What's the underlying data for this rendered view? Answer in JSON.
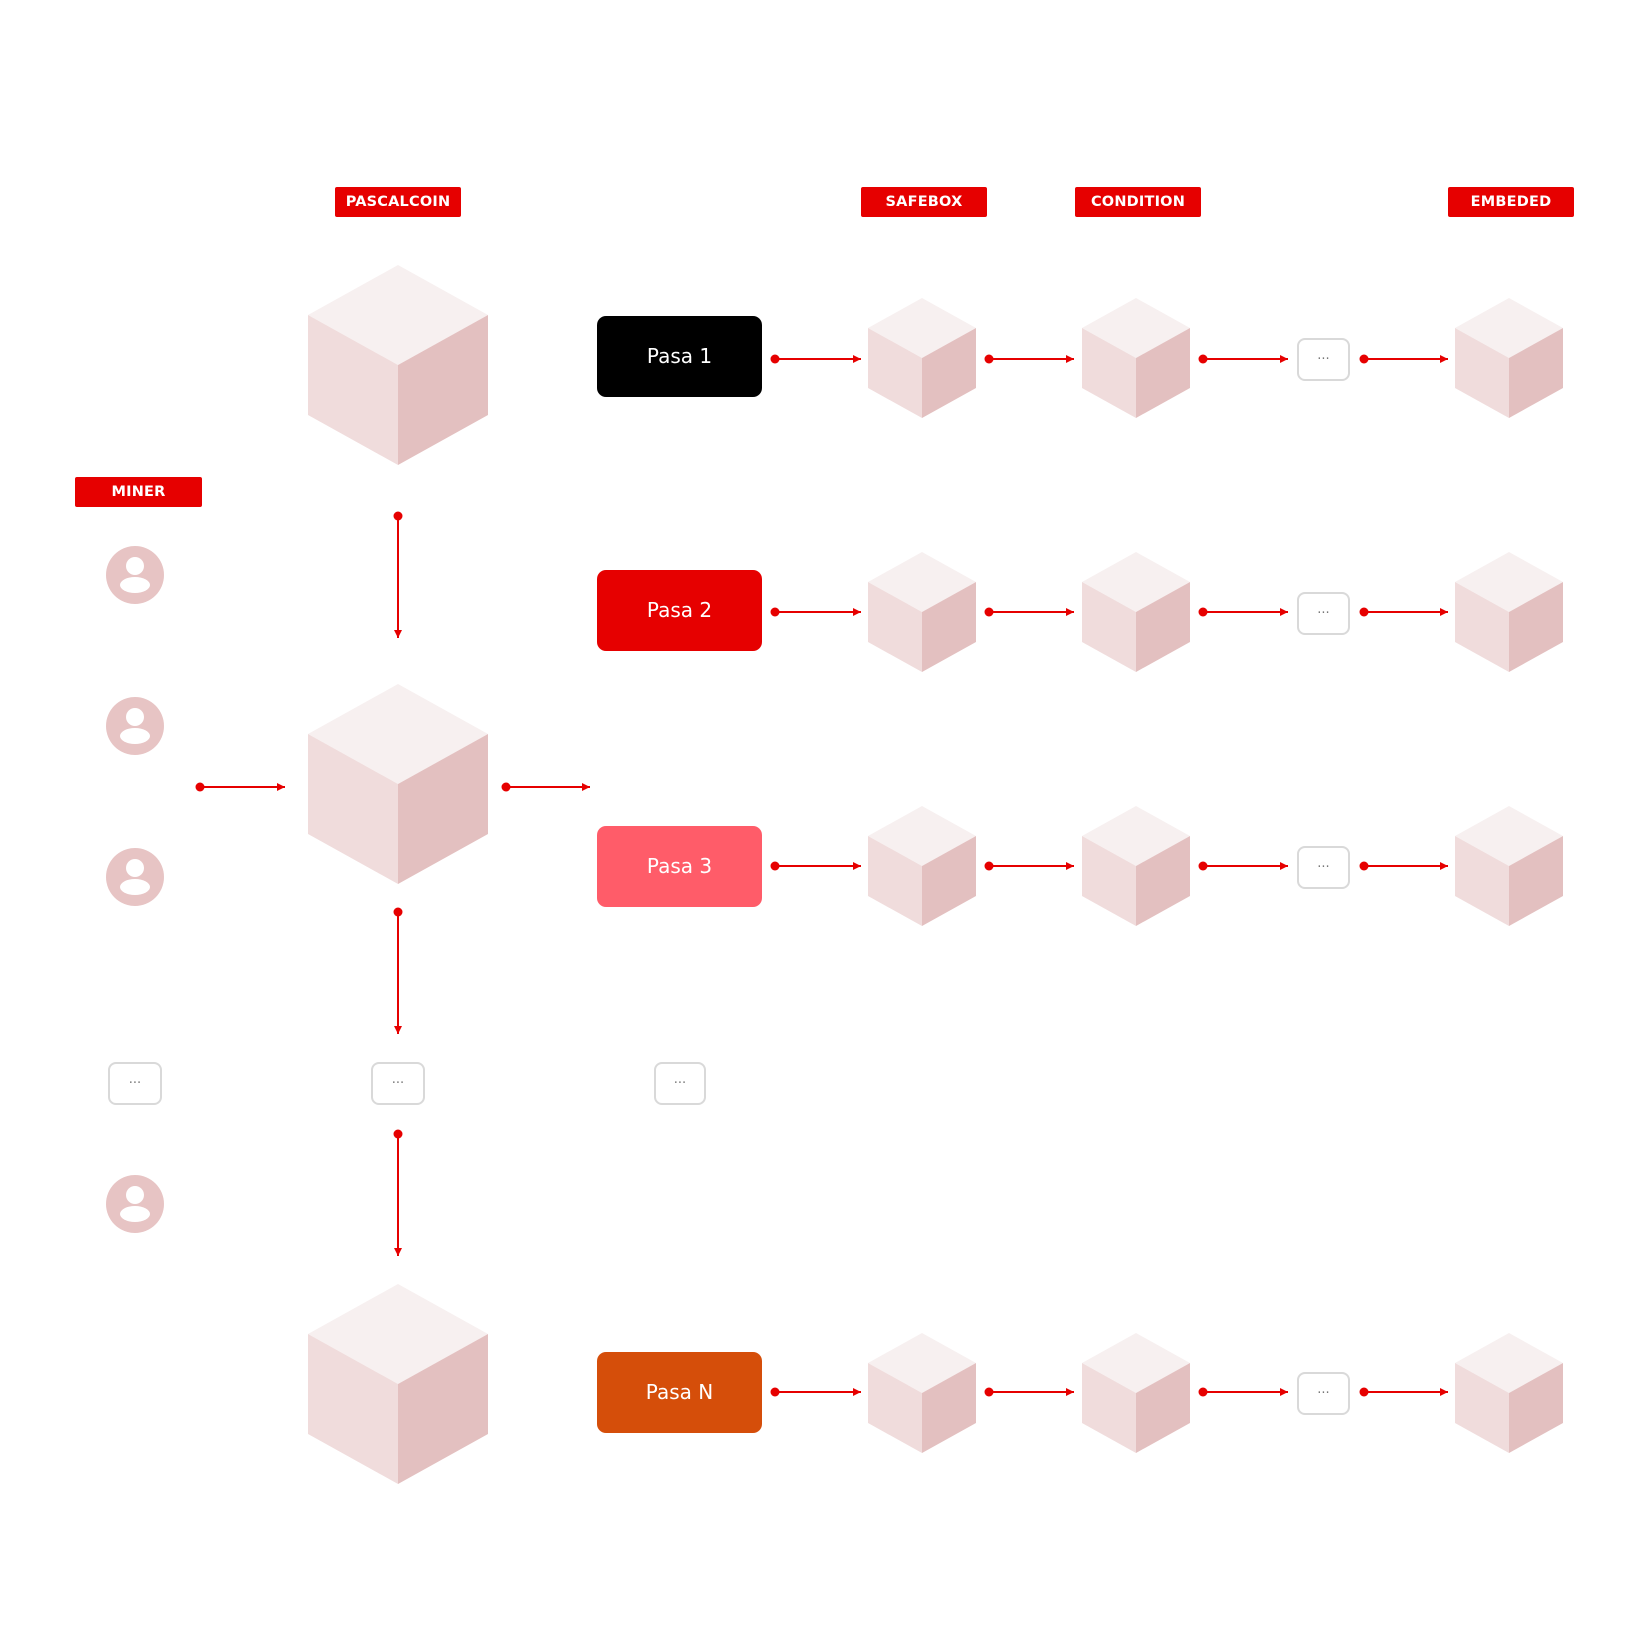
{
  "headers": {
    "pascalcoin": "PASCALCOIN",
    "safebox": "SAFEBOX",
    "condition": "CONDITION",
    "embeded": "EMBEDED",
    "miner": "MINER"
  },
  "pasa": [
    {
      "label": "Pasa 1",
      "color": "#000000"
    },
    {
      "label": "Pasa 2",
      "color": "#e60000"
    },
    {
      "label": "Pasa 3",
      "color": "#ff5c69"
    },
    {
      "label": "Pasa N",
      "color": "#d54e0a"
    }
  ],
  "ellipsis": "...",
  "colors": {
    "accent": "#e60000",
    "cube_top": "#f7f0f0",
    "cube_left": "#f0dcdc",
    "cube_right": "#e3c0c0",
    "avatar": "#e7c4c4"
  }
}
